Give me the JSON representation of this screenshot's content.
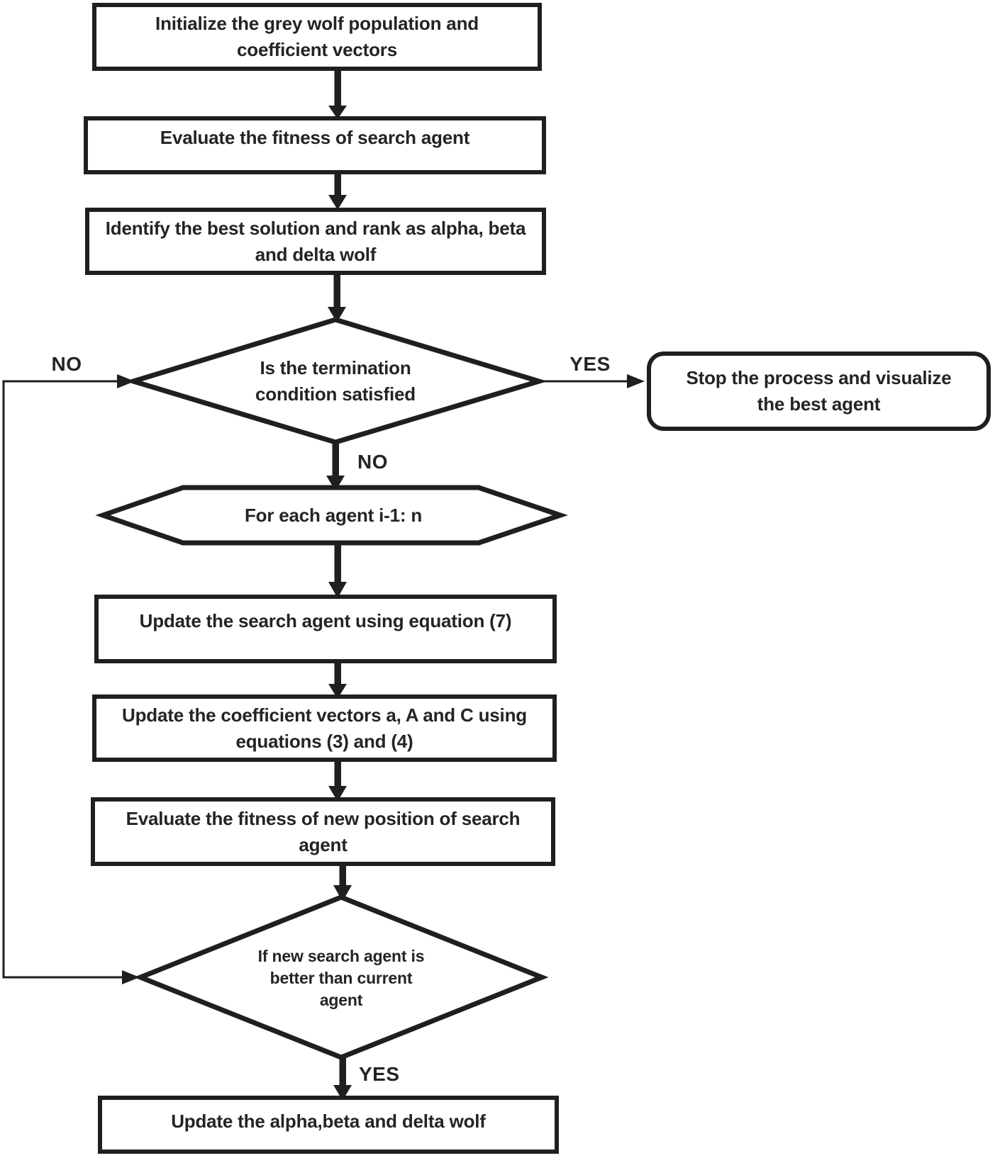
{
  "figure": {
    "type": "flowchart",
    "description": "Grey wolf optimizer algorithm flowchart",
    "colors": {
      "stroke": "#1f1f1f",
      "text": "#242424",
      "background": "#ffffff"
    },
    "nodes": [
      {
        "id": "init",
        "shape": "process",
        "text": "Initialize the grey wolf population and\ncoefficient vectors"
      },
      {
        "id": "evaluate_fitness",
        "shape": "process",
        "text": "Evaluate the fitness of search agent"
      },
      {
        "id": "identify_best",
        "shape": "process",
        "text": "Identify the best solution and rank as alpha, beta\nand delta wolf"
      },
      {
        "id": "termination_check",
        "shape": "decision",
        "text": "Is the termination\ncondition satisfied"
      },
      {
        "id": "stop",
        "shape": "terminator",
        "text": "Stop the process and visualize\nthe best agent"
      },
      {
        "id": "for_each_agent",
        "shape": "loop-limit",
        "text": "For each agent i-1: n"
      },
      {
        "id": "update_agent",
        "shape": "process",
        "text": "Update the search agent using equation (7)"
      },
      {
        "id": "update_coefficients",
        "shape": "process",
        "text": "Update the coefficient vectors a, A and C using\nequations (3) and (4)"
      },
      {
        "id": "evaluate_new_position",
        "shape": "process",
        "text": "Evaluate the fitness of new position of search\nagent"
      },
      {
        "id": "better_check",
        "shape": "decision",
        "text": "If new search agent is\nbetter than current\nagent"
      },
      {
        "id": "update_wolves",
        "shape": "process",
        "text": "Update the alpha,beta and delta wolf"
      }
    ],
    "edge_labels": {
      "loopback_no": "NO",
      "termination_yes": "YES",
      "termination_no": "NO",
      "better_yes": "YES"
    }
  }
}
